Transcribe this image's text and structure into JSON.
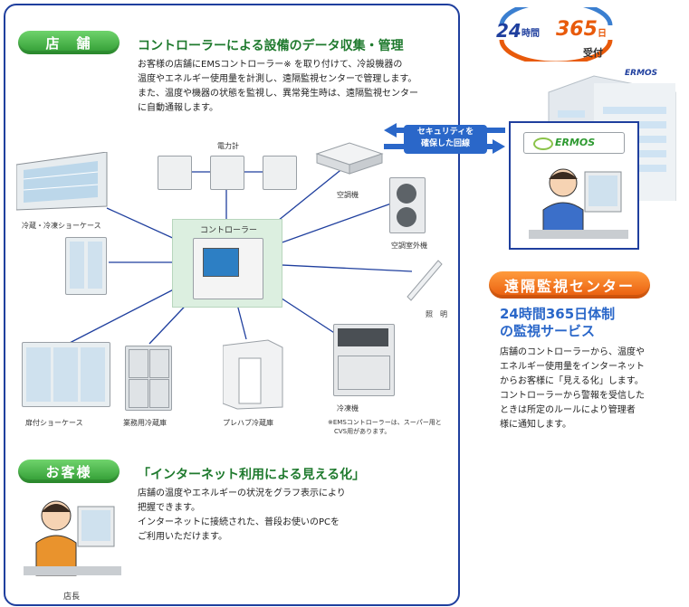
{
  "store": {
    "badge": "店　舗",
    "heading": "コントローラーによる設備のデータ収集・管理",
    "description": "お客様の店舗にEMSコントローラー※ を取り付けて、冷設機器の\n温度やエネルギー使用量を計測し、遠隔監視センターで管理します。\nまた、温度や機器の状態を監視し、異常発生時は、遠隔監視センター\nに自動通報します。",
    "controller_label": "コントローラー",
    "power_meter_label": "電力計",
    "equipment": {
      "showcase": "冷蔵・冷凍ショーケース",
      "door_showcase": "扉付ショーケース",
      "commercial_fridge": "業務用冷蔵庫",
      "prefab_fridge": "プレハブ冷蔵庫",
      "aircon": "空調機",
      "aircon_outdoor": "空調室外機",
      "lighting": "照　明",
      "refrigerator_unit": "冷凍機"
    },
    "footnote": "※EMSコントローラーは、スーパー用と\n　CVS用があります。"
  },
  "customer": {
    "badge": "お客様",
    "heading": "「インターネット利用による見える化」",
    "description": "店舗の温度やエネルギーの状況をグラフ表示により\n把握できます。\nインターネットに接続された、普段お使いのPCを\nご利用いただけます。",
    "person_label": "店長"
  },
  "connection": {
    "label": "セキュリティを\n確保した回線"
  },
  "center": {
    "badge_hours": "24",
    "badge_hours_unit": "時間",
    "badge_days": "365",
    "badge_days_unit": "日",
    "badge_accept": "受付",
    "logo": "ERMOS",
    "building_logo": "ERMOS",
    "title": "遠隔監視センター",
    "subtitle": "24時間365日体制\nの監視サービス",
    "description": "店舗のコントローラーから、温度や\nエネルギー使用量をインターネット\nからお客様に「見える化」します。\nコントローラーから警報を受信した\nときは所定のルールにより管理者\n様に通知します。"
  },
  "colors": {
    "panel_border": "#1f3f9e",
    "green_accent": "#2e9a31",
    "orange_accent": "#e85a0b",
    "link_blue": "#2a67c9"
  }
}
